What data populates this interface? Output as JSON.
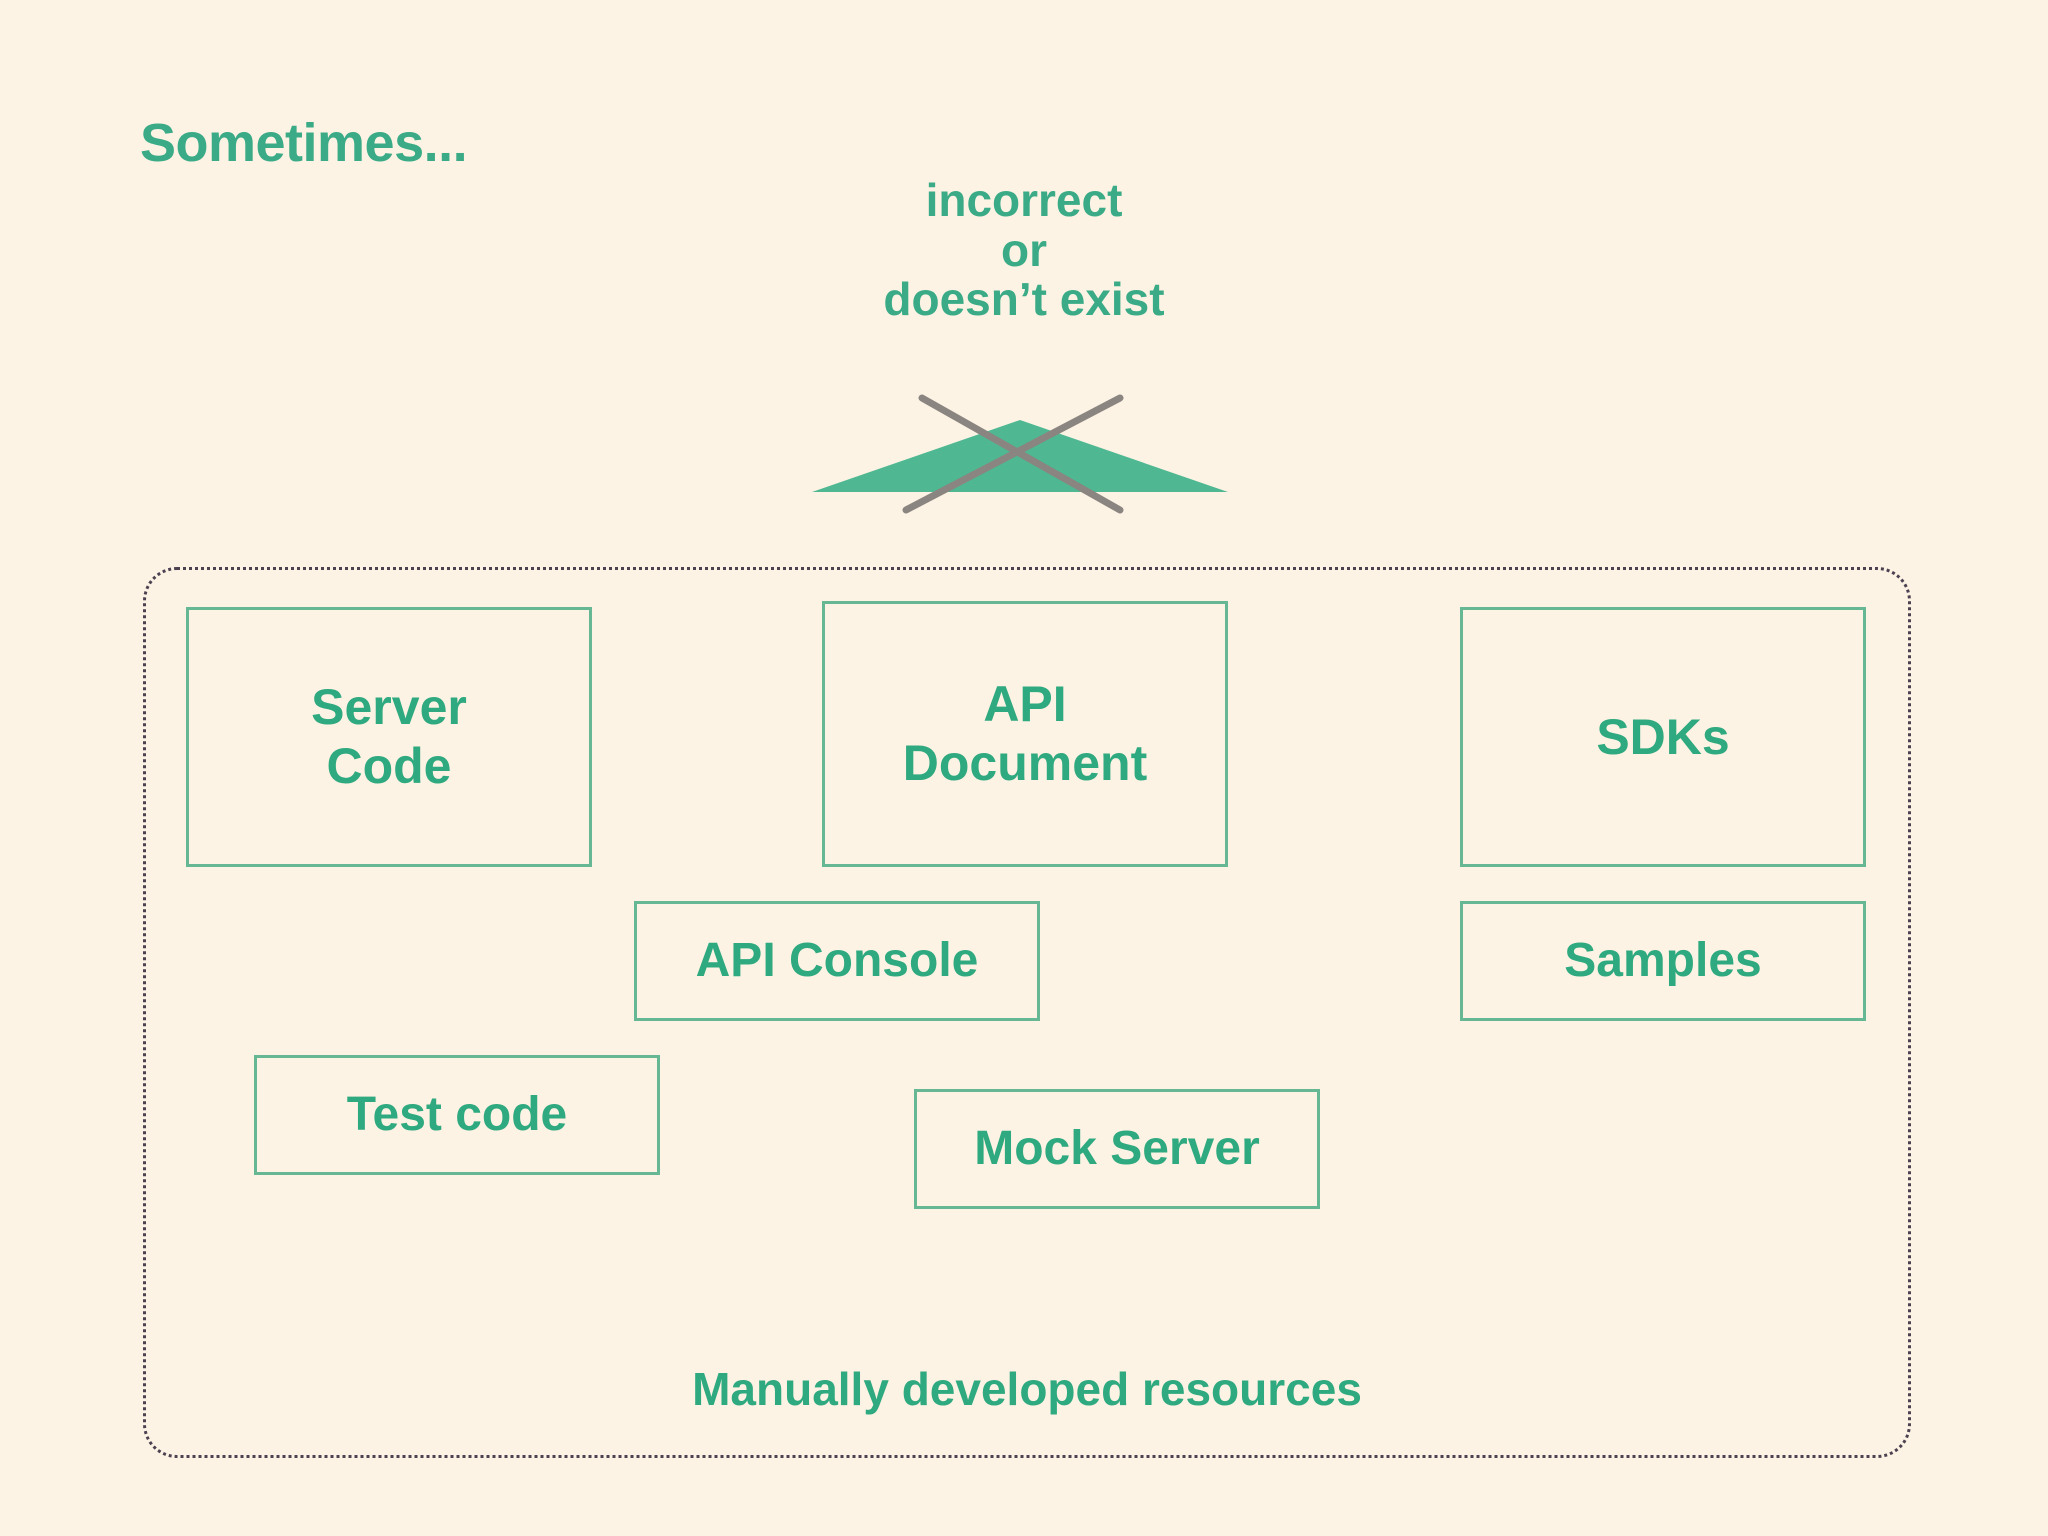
{
  "slide": {
    "title": "Sometimes...",
    "background_color": "#fdf3e4",
    "accent_color": "#2fa97f"
  },
  "annotation": {
    "line1": "incorrect",
    "line2": "or",
    "line3": "doesn’t exist",
    "color": "#3aab86"
  },
  "crossed_mark": {
    "icon_name": "crossed-out-mountain-icon",
    "shape_color": "#4fb892",
    "cross_color": "#8a8580"
  },
  "container": {
    "caption": "Manually developed resources",
    "border_color": "#4c4150",
    "border_style": "dotted"
  },
  "boxes": [
    {
      "id": "server-code",
      "label": "Server\nCode",
      "line1": "Server",
      "line2": "Code"
    },
    {
      "id": "api-document",
      "label": "API\nDocument",
      "line1": "API",
      "line2": "Document"
    },
    {
      "id": "sdks",
      "label": "SDKs",
      "line1": "SDKs",
      "line2": ""
    },
    {
      "id": "api-console",
      "label": "API Console",
      "line1": "API Console",
      "line2": ""
    },
    {
      "id": "samples",
      "label": "Samples",
      "line1": "Samples",
      "line2": ""
    },
    {
      "id": "test-code",
      "label": "Test code",
      "line1": "Test code",
      "line2": ""
    },
    {
      "id": "mock-server",
      "label": "Mock Server",
      "line1": "Mock Server",
      "line2": ""
    }
  ],
  "box_border_color": "#66b794"
}
